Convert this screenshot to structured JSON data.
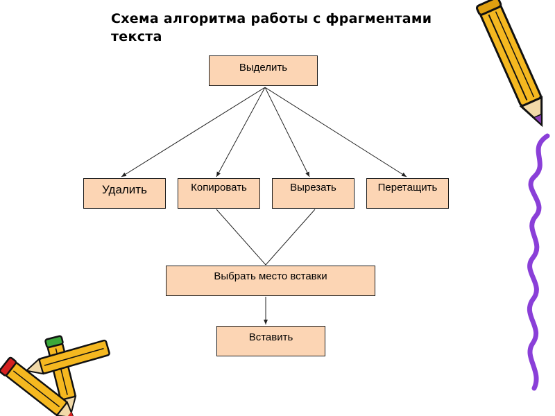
{
  "diagram": {
    "title": "Схема алгоритма работы с фрагментами текста",
    "nodes": {
      "select": "Выделить",
      "delete": "Удалить",
      "copy": "Копировать",
      "cut": "Вырезать",
      "drag": "Перетащить",
      "choose_place": "Выбрать место вставки",
      "paste": "Вставить"
    },
    "edges": [
      [
        "select",
        "delete"
      ],
      [
        "select",
        "copy"
      ],
      [
        "select",
        "cut"
      ],
      [
        "select",
        "drag"
      ],
      [
        "copy",
        "choose_place"
      ],
      [
        "cut",
        "choose_place"
      ],
      [
        "choose_place",
        "paste"
      ]
    ]
  },
  "decorations": {
    "pencil_colors": {
      "body": "#f5b820",
      "outline": "#111111",
      "tip": "#8a3fb8",
      "band": "#2a2a2a"
    },
    "squiggle_color": "#8a3fd8"
  }
}
